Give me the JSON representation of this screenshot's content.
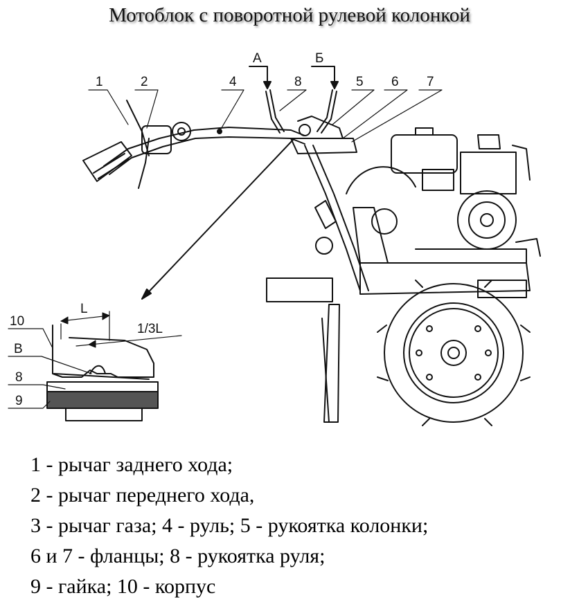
{
  "title": "Мотоблок с поворотной рулевой колонкой",
  "callouts": {
    "c1": "1",
    "c2": "2",
    "c4": "4",
    "c5": "5",
    "c6": "6",
    "c7": "7",
    "c8": "8",
    "arrowA": "А",
    "arrowB": "Б"
  },
  "detail": {
    "dim_L": "L",
    "dim_third": "1/3L",
    "c10": "10",
    "cB": "B",
    "c8": "8",
    "c9": "9"
  },
  "legend": [
    "1 - рычаг заднего хода;",
    "2 - рычаг переднего хода,",
    "3 - рычаг газа; 4 - руль; 5 - рукоятка колонки;",
    "6 и 7 - фланцы; 8 - рукоятка руля;",
    "9 - гайка; 10 - корпус"
  ]
}
